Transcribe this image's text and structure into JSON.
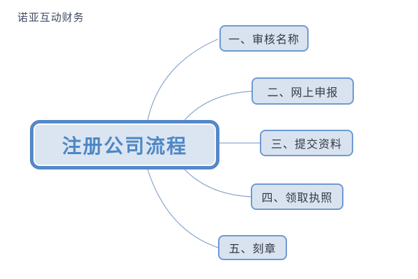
{
  "brand": {
    "label": "诺亚互动财务"
  },
  "mindmap": {
    "root": {
      "label": "注册公司流程"
    },
    "branches": [
      {
        "label": "一、审核名称"
      },
      {
        "label": "二、网上申报"
      },
      {
        "label": "三、提交资料"
      },
      {
        "label": "四、领取执照"
      },
      {
        "label": "五、刻章"
      }
    ]
  },
  "colors": {
    "root_border": "#5587c9",
    "root_fill": "#dbe5f1",
    "root_text": "#4e87c6",
    "branch_border": "#6f99d1",
    "branch_fill": "#d9e3f0",
    "branch_text": "#343a44",
    "connector_line": "#8aa6cb",
    "brand_text": "#3f4c5d",
    "background": "#ffffff"
  }
}
